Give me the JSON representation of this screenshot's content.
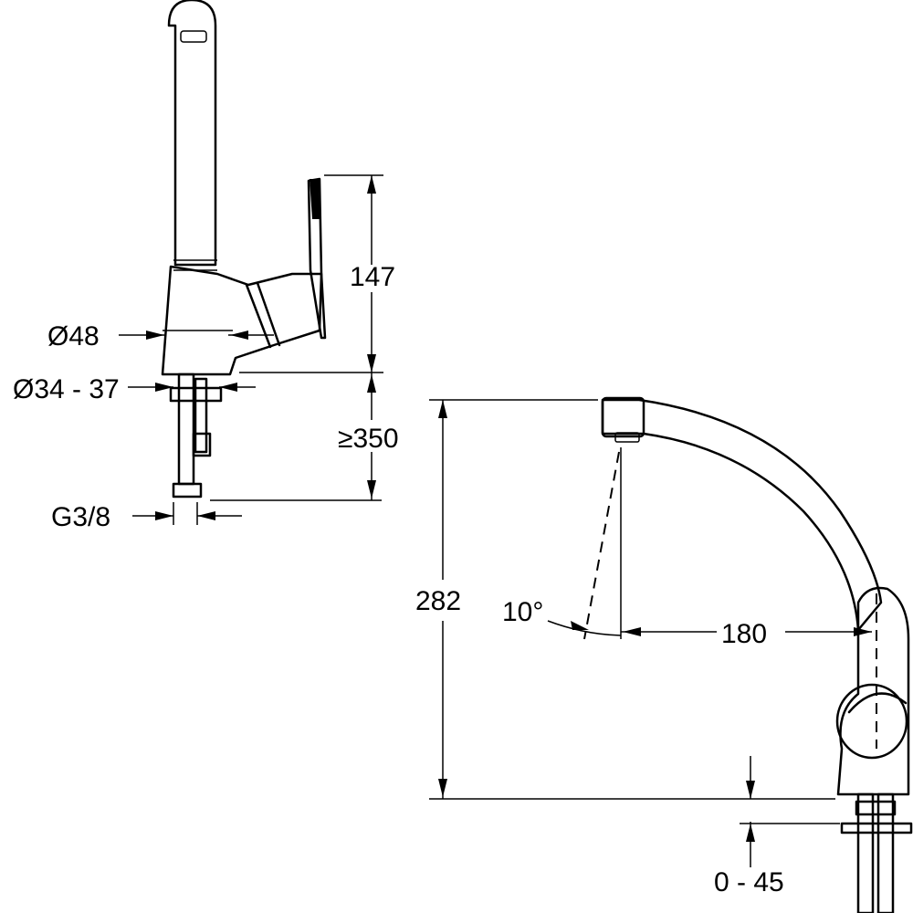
{
  "dimensions": {
    "side_height": "147",
    "body_diameter": "Ø48",
    "deck_hole": "Ø34 - 37",
    "hose_length": "≥350",
    "connection": "G3/8",
    "spout_height": "282",
    "spout_reach": "180",
    "spout_angle": "10°",
    "deck_thickness": "0 - 45"
  }
}
